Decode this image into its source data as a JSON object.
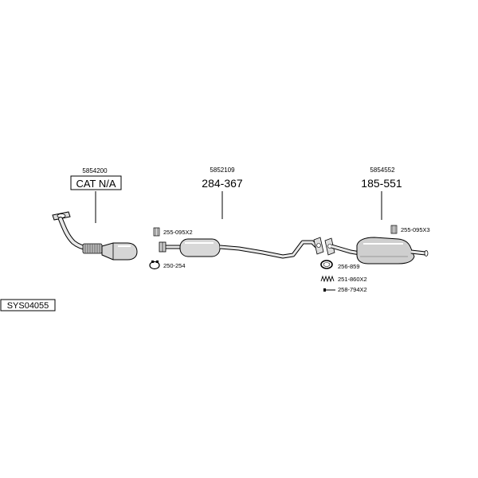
{
  "diagram": {
    "system_code": "SYS04055",
    "assemblies": [
      {
        "ref": "5854200",
        "label": "CAT N/A"
      },
      {
        "ref": "5852109",
        "label": "284-367"
      },
      {
        "ref": "5854552",
        "label": "185-551"
      }
    ],
    "parts": [
      {
        "code": "255-095X2",
        "icon": "clamp-icon"
      },
      {
        "code": "250-254",
        "icon": "ring-clamp-icon"
      },
      {
        "code": "255-095X3",
        "icon": "clamp-icon"
      },
      {
        "code": "256-859",
        "icon": "gasket-ring-icon"
      },
      {
        "code": "251-860X2",
        "icon": "spring-icon"
      },
      {
        "code": "258-794X2",
        "icon": "bolt-icon"
      }
    ]
  }
}
